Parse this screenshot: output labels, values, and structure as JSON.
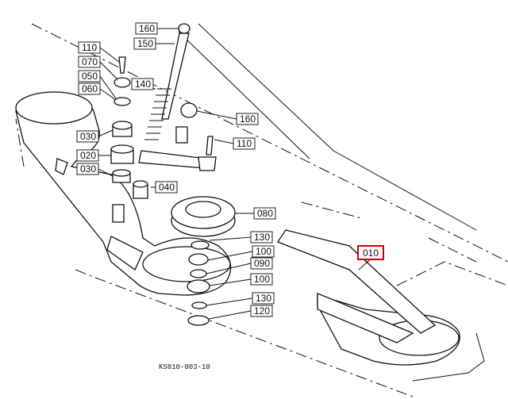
{
  "diagram": {
    "drawing_code": "K5810-003-10",
    "callouts": [
      {
        "id": "c160a",
        "text": "160"
      },
      {
        "id": "c150",
        "text": "150"
      },
      {
        "id": "c110a",
        "text": "110"
      },
      {
        "id": "c070",
        "text": "070"
      },
      {
        "id": "c050",
        "text": "050"
      },
      {
        "id": "c060",
        "text": "060"
      },
      {
        "id": "c140",
        "text": "140"
      },
      {
        "id": "c030a",
        "text": "030"
      },
      {
        "id": "c020",
        "text": "020"
      },
      {
        "id": "c030b",
        "text": "030"
      },
      {
        "id": "c040",
        "text": "040"
      },
      {
        "id": "c160b",
        "text": "160"
      },
      {
        "id": "c110b",
        "text": "110"
      },
      {
        "id": "c080",
        "text": "080"
      },
      {
        "id": "c130a",
        "text": "130"
      },
      {
        "id": "c100a",
        "text": "100"
      },
      {
        "id": "c090",
        "text": "090"
      },
      {
        "id": "c100b",
        "text": "100"
      },
      {
        "id": "c130b",
        "text": "130"
      },
      {
        "id": "c120",
        "text": "120"
      },
      {
        "id": "c010",
        "text": "010",
        "highlighted": true
      }
    ],
    "highlight_color": "#d00000"
  }
}
